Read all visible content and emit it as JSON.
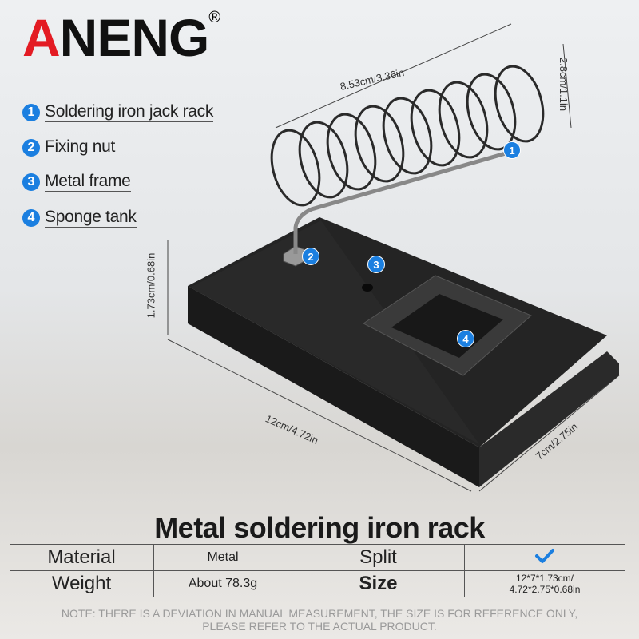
{
  "brand": {
    "logo_first": "A",
    "logo_rest": "NENG",
    "registered": "®"
  },
  "features": [
    {
      "num": "1",
      "label": "Soldering iron jack rack"
    },
    {
      "num": "2",
      "label": "Fixing nut"
    },
    {
      "num": "3",
      "label": "Metal frame"
    },
    {
      "num": "4",
      "label": "Sponge tank"
    }
  ],
  "dimensions": {
    "coil_length": "8.53cm/3.36in",
    "coil_diameter": "2.8cm/1.1in",
    "height": "1.73cm/0.68in",
    "length": "12cm/4.72in",
    "width": "7cm/2.75in"
  },
  "title": "Metal soldering iron rack",
  "spec_table": {
    "rows": [
      {
        "k1": "Material",
        "v1": "Metal",
        "k2": "Split",
        "v2_icon": "checkmark-icon"
      },
      {
        "k1": "Weight",
        "v1": "About 78.3g",
        "k2": "Size",
        "v2_line1": "12*7*1.73cm/",
        "v2_line2": "4.72*2.75*0.68in"
      }
    ]
  },
  "note_line1": "NOTE: THERE IS A DEVIATION IN MANUAL MEASUREMENT, THE SIZE IS FOR REFERENCE ONLY,",
  "note_line2": "PLEASE REFER TO THE ACTUAL PRODUCT.",
  "colors": {
    "accent": "#1b7fe0",
    "logo_red": "#e31b23"
  }
}
